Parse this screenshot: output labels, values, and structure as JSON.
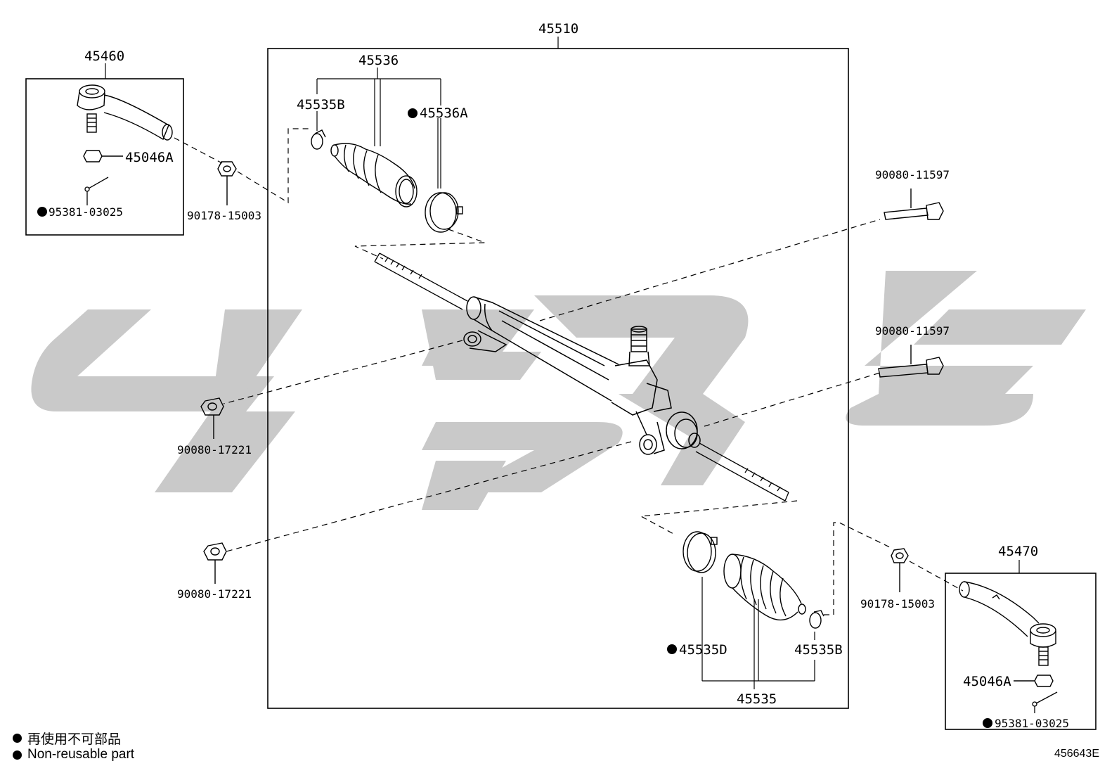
{
  "callouts": {
    "assembly": "45510",
    "tie_rod_end_left": "45460",
    "tie_rod_end_right": "45470",
    "boot_kit_upper": "45536",
    "boot_kit_lower": "45535",
    "clamp_upper": "45535B",
    "clamp_lower": "45535B",
    "clamp_big_upper": "45536A",
    "clamp_big_lower": "45535D",
    "nut_left": "45046A",
    "nut_right": "45046A",
    "cotter_left": "95381-03025",
    "cotter_right": "95381-03025",
    "lock_nut_left": "90178-15003",
    "lock_nut_right": "90178-15003",
    "bolt_upper": "90080-11597",
    "bolt_lower": "90080-11597",
    "mount_nut_upper": "90080-17221",
    "mount_nut_lower": "90080-17221"
  },
  "legend": {
    "line1": "再使用不可部品",
    "line2": "Non-reusable part"
  },
  "diagram_code": "456643E",
  "colors": {
    "watermark": "#c8c8c8",
    "line": "#000000"
  }
}
